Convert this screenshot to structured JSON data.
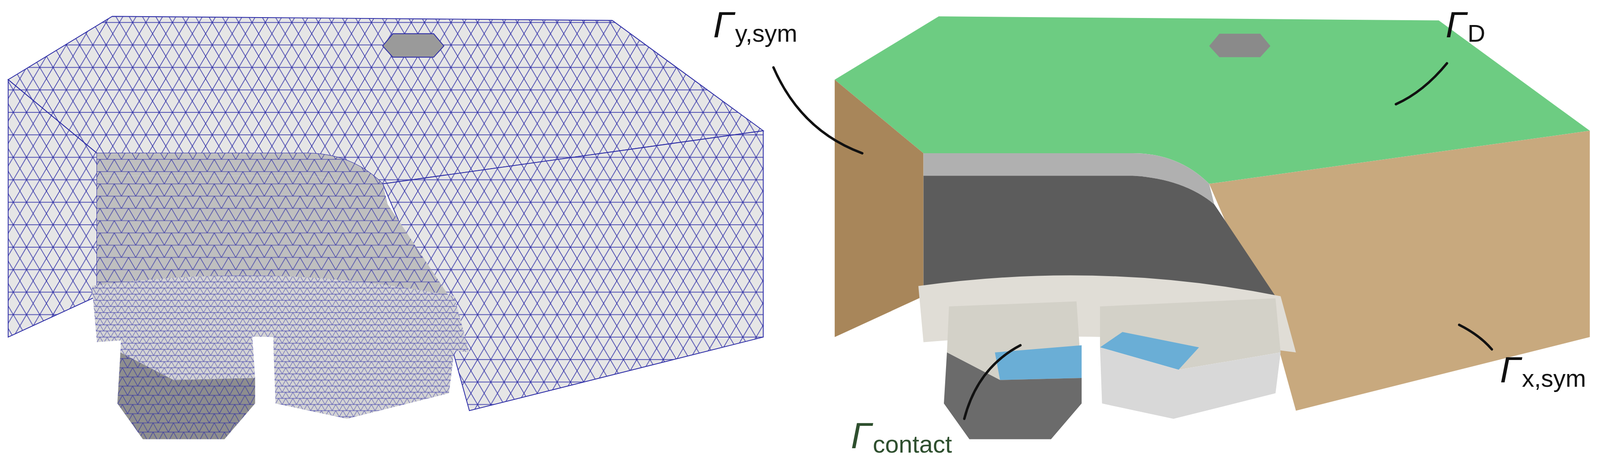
{
  "diagram": {
    "labels": [
      "Γ",
      "y,sym",
      "Γ",
      "D",
      "Γ",
      "contact",
      "Γ",
      "x,sym"
    ]
  }
}
